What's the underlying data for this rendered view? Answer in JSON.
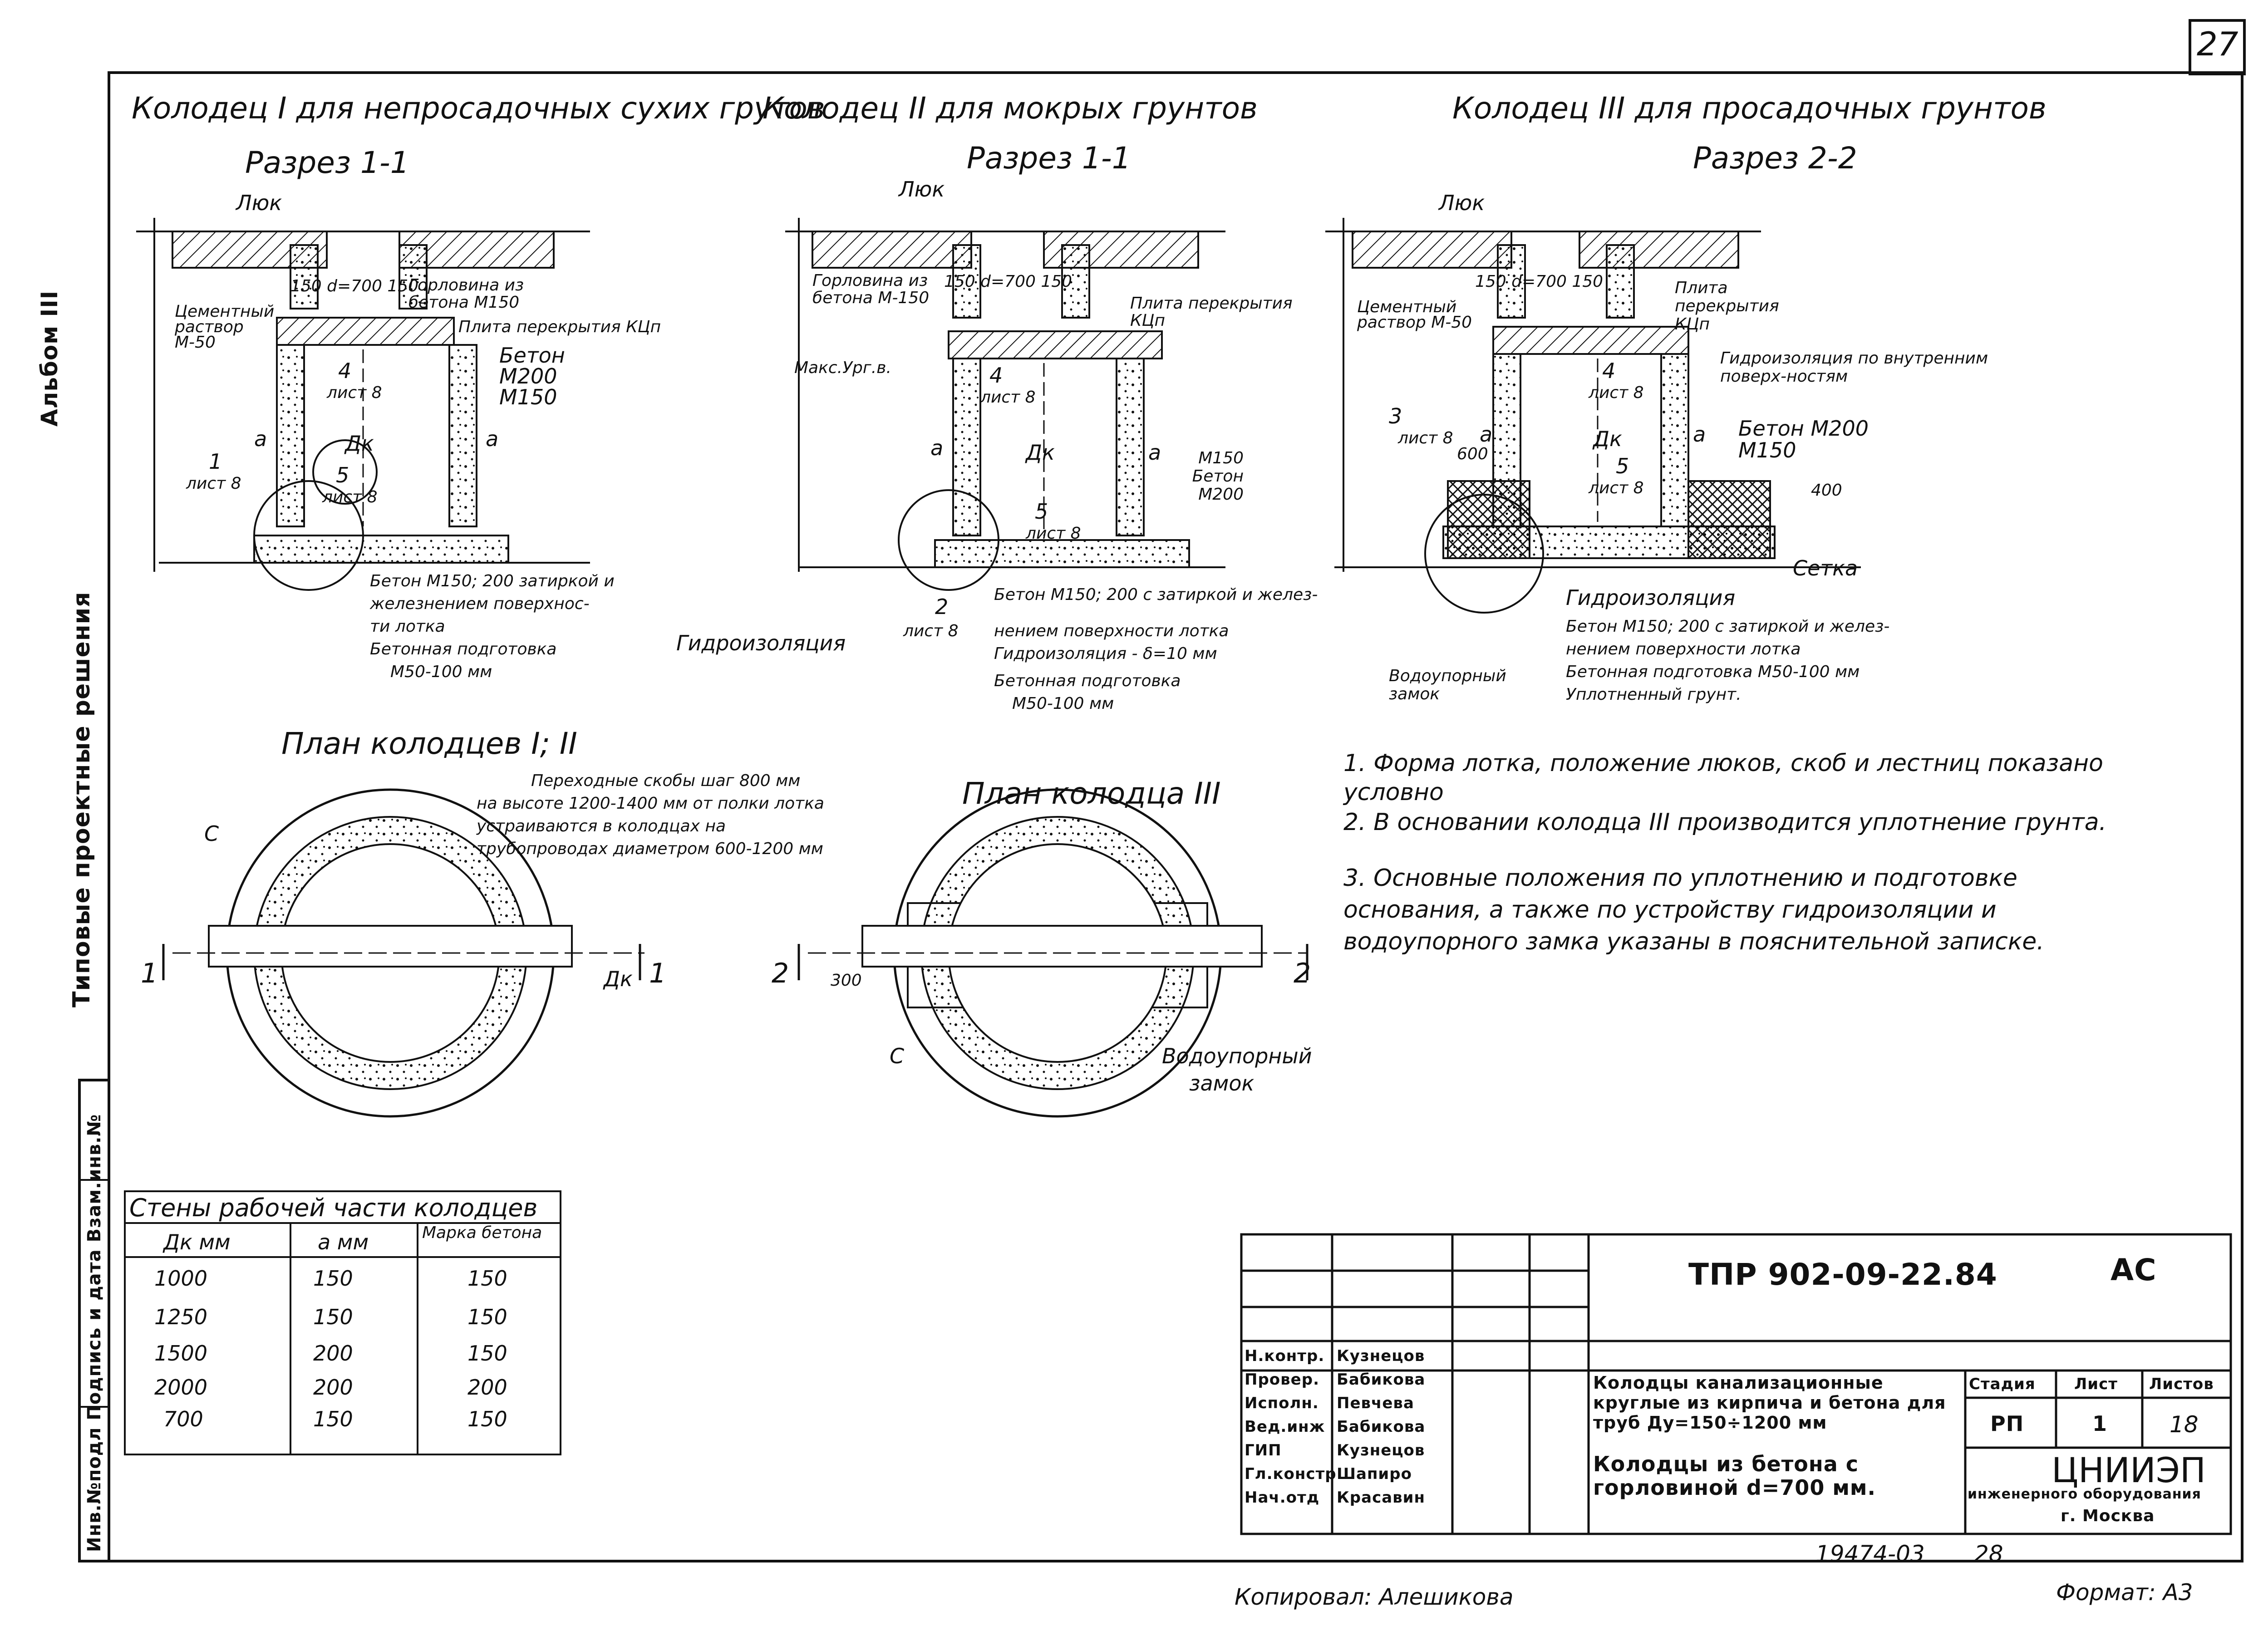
{
  "sheet_number": "27",
  "side": {
    "album": "Альбом III",
    "series": "Типовые проектные решения",
    "stamp": "Инв.№подл Подпись и дата Взам.инв.№"
  },
  "sections": {
    "well1_title": "Колодец I для непросадочных сухих грутов",
    "well2_title": "Колодец II для мокрых грунтов",
    "well3_title": "Колодец III для просадочных грунтов",
    "cut11_a": "Разрез 1-1",
    "cut11_b": "Разрез 1-1",
    "cut22": "Разрез 2-2"
  },
  "labels_w1": {
    "hatch": "Люк",
    "d": "150 d=700 150",
    "neck": "Горловина из бетона М150",
    "mortar": "Цементный раствор М-50",
    "slab": "Плита перекрытия КЦп",
    "concrete": "Бетон М200 М150",
    "n4": "4",
    "n4s": "лист 8",
    "n1": "1",
    "n1s": "лист 8",
    "n5": "5",
    "n5s": "лист 8",
    "a": "а",
    "dk": "Дк",
    "bottom1": "Бетон М150; 200 затиркой и",
    "bottom2": "железнением поверхнос-",
    "bottom3": "ти лотка",
    "bottom4": "Бетонная подготовка",
    "bottom5": "М50-100 мм"
  },
  "labels_w2": {
    "hatch": "Люк",
    "d": "150 d=700 150",
    "neck": "Горловина из бетона М-150",
    "slab": "Плита перекрытия КЦп",
    "max_gw": "Макс.Ург.в.",
    "n4": "4",
    "n4s": "лист 8",
    "n5": "5",
    "n5s": "лист 8",
    "n2": "2",
    "n2s": "лист 8",
    "a": "а",
    "dk": "Дк",
    "concrete": "М150 Бетон М200",
    "waterproof": "Гидроизоляция",
    "bottom1": "Бетон М150; 200 с затиркой и желез-",
    "bottom2": "нением поверхности лотка",
    "bottom3": "Гидроизоляция - δ=10 мм",
    "bottom4": "Бетонная подготовка",
    "bottom5": "М50-100 мм"
  },
  "labels_w3": {
    "hatch": "Люк",
    "d": "150 d=700 150",
    "mortar": "Цементный раствор М-50",
    "slab": "Плита перекрытия КЦп",
    "waterproof_in": "Гидроизоляция по внутренним поверх-ностям",
    "concrete": "Бетон М200 М150",
    "n3": "3",
    "n3s": "лист 8",
    "n4": "4",
    "n4s": "лист 8",
    "n5": "5",
    "n5s": "лист 8",
    "dim600": "600",
    "dim400": "400",
    "a": "а",
    "dk": "Дк",
    "mesh": "Сетка",
    "lock": "Водоупорный замок",
    "bottom0": "Гидроизоляция",
    "bottom1": "Бетон М150; 200 с затиркой и желез-",
    "bottom2": "нением поверхности лотка",
    "bottom3": "Бетонная подготовка М50-100 мм",
    "bottom4": "Уплотненный грунт."
  },
  "plans": {
    "plan12_title": "План колодцев I; II",
    "plan3_title": "План колодца III",
    "steps_note1": "Переходные скобы шаг 800 мм",
    "steps_note2": "на высоте 1200-1400 мм от полки лотка",
    "steps_note3": "устраиваются в колодцах на",
    "steps_note4": "трубопроводах диаметром 600-1200 мм",
    "c1": "С",
    "c2": "С",
    "cut1_l": "1",
    "cut1_r": "1",
    "cut2_l": "2",
    "cut2_r": "2",
    "dk": "Дк",
    "dim300": "300",
    "lock1": "Водоупорный",
    "lock2": "замок"
  },
  "notes": [
    "1. Форма лотка, положение люков, скоб и лестниц показано условно",
    "2. В основании колодца III производится уплотнение грунта.",
    "3. Основные положения по уплотнению и подготовке основания, а также по устройству гидроизоляции и водоупорного замка указаны в пояснительной записке."
  ],
  "table": {
    "title": "Стены рабочей части колодцев",
    "headers": [
      "Дк мм",
      "а мм",
      "Марка бетона"
    ],
    "rows": [
      [
        "1000",
        "150",
        "150"
      ],
      [
        "1250",
        "150",
        "150"
      ],
      [
        "1500",
        "200",
        "150"
      ],
      [
        "2000",
        "200",
        "200"
      ],
      [
        "700",
        "150",
        "150"
      ]
    ]
  },
  "title_block": {
    "code": "ТПР 902-09-22.84",
    "mark": "АС",
    "roles": [
      {
        "role": "Н.контр.",
        "name": "Кузнецов"
      },
      {
        "role": "Провер.",
        "name": "Бабикова"
      },
      {
        "role": "Исполн.",
        "name": "Певчева"
      },
      {
        "role": "Вед.инж",
        "name": "Бабикова"
      },
      {
        "role": "ГИП",
        "name": "Кузнецов"
      },
      {
        "role": "Гл.констр",
        "name": "Шапиро"
      },
      {
        "role": "Нач.отд",
        "name": "Красавин"
      }
    ],
    "project_name": "Колодцы канализационные круглые из кирпича и бетона для труб Ду=150÷1200 мм",
    "sheet_name": "Колодцы из бетона с горловиной d=700 мм.",
    "stage_h": "Стадия",
    "sheet_h": "Лист",
    "sheets_h": "Листов",
    "stage": "РП",
    "sheet": "1",
    "sheets": "18",
    "org": "ЦНИИЭП",
    "org_sub": "инженерного оборудования",
    "city": "г. Москва"
  },
  "footer": {
    "inv": "19474-03",
    "page": "28",
    "copied": "Копировал: Алешикова",
    "format": "Формат: А3"
  }
}
